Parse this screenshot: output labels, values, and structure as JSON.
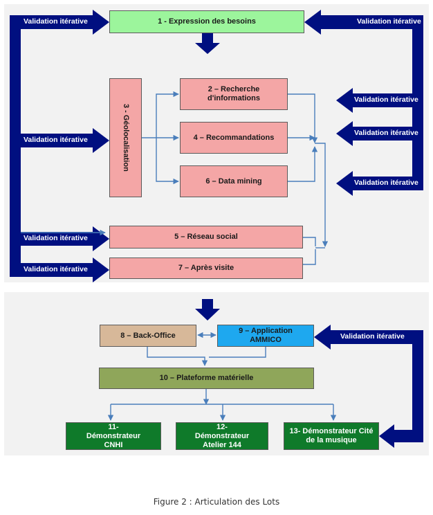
{
  "colors": {
    "navy": "#000f80",
    "connector": "#4a7ebb",
    "box_pink": "#f4a6a6",
    "box_green_light": "#9cf59c",
    "box_tan": "#d7b899",
    "box_blue": "#1ea8ef",
    "box_olive": "#8fa65a",
    "box_demo": "#0f7a2a"
  },
  "validation_label": "Validation itérative",
  "boxes": {
    "lot1": "1 - Expression des besoins",
    "lot2": "2 – Recherche d'informations",
    "lot3": "3 - Géolocalisation",
    "lot4": "4 – Recommandations",
    "lot5": "5 – Réseau social",
    "lot6": "6 – Data mining",
    "lot7": "7 – Après visite",
    "lot8": "8 – Back-Office",
    "lot9": "9 – Application AMMICO",
    "lot10": "10 – Plateforme matérielle",
    "lot11": "11- Démonstrateur CNHI",
    "lot12": "12- Démonstrateur Atelier 144",
    "lot13": "13- Démonstrateur Cité de la musique"
  },
  "caption": "Figure 2 : Articulation des Lots"
}
